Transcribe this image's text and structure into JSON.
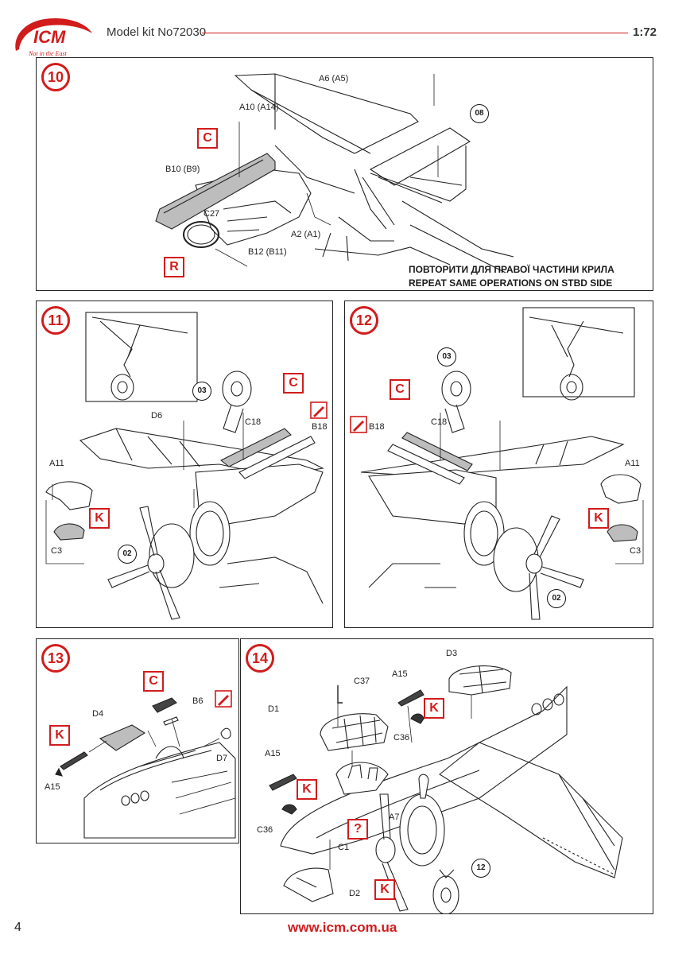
{
  "header": {
    "brand": "ICM",
    "tagline": "Not in the East",
    "model": "Model kit No72030",
    "scale": "1:72"
  },
  "colors": {
    "accent": "#d21c1c",
    "line": "#222222",
    "shade": "#bdbdbd"
  },
  "steps": [
    {
      "number": "10",
      "labels": [
        "A6 (A5)",
        "A10 (A14)",
        "B10 (B9)",
        "C27",
        "B12 (B11)",
        "A2 (A1)"
      ],
      "refs": [
        "08"
      ],
      "marks": [
        "C",
        "R"
      ],
      "note": [
        "ПОВТОРИТИ ДЛЯ ПРАВОЇ ЧАСТИНИ КРИЛА",
        "REPEAT SAME OPERATIONS ON STBD SIDE"
      ]
    },
    {
      "number": "11",
      "labels": [
        "D6",
        "C18",
        "B18",
        "A11",
        "C3"
      ],
      "refs": [
        "03",
        "02"
      ],
      "marks": [
        "C",
        "K"
      ]
    },
    {
      "number": "12",
      "labels": [
        "B18",
        "C18",
        "A11",
        "C3"
      ],
      "refs": [
        "03",
        "02"
      ],
      "marks": [
        "C",
        "K"
      ]
    },
    {
      "number": "13",
      "labels": [
        "B6",
        "D4",
        "D7",
        "A15"
      ],
      "marks": [
        "C",
        "K"
      ]
    },
    {
      "number": "14",
      "labels": [
        "D3",
        "A15",
        "C37",
        "D1",
        "C36",
        "A15",
        "C36",
        "A7",
        "C1",
        "D2"
      ],
      "refs": [
        "12"
      ],
      "marks": [
        "K",
        "K",
        "?",
        "K"
      ]
    }
  ],
  "footer": {
    "page": "4",
    "url": "www.icm.com.ua"
  }
}
